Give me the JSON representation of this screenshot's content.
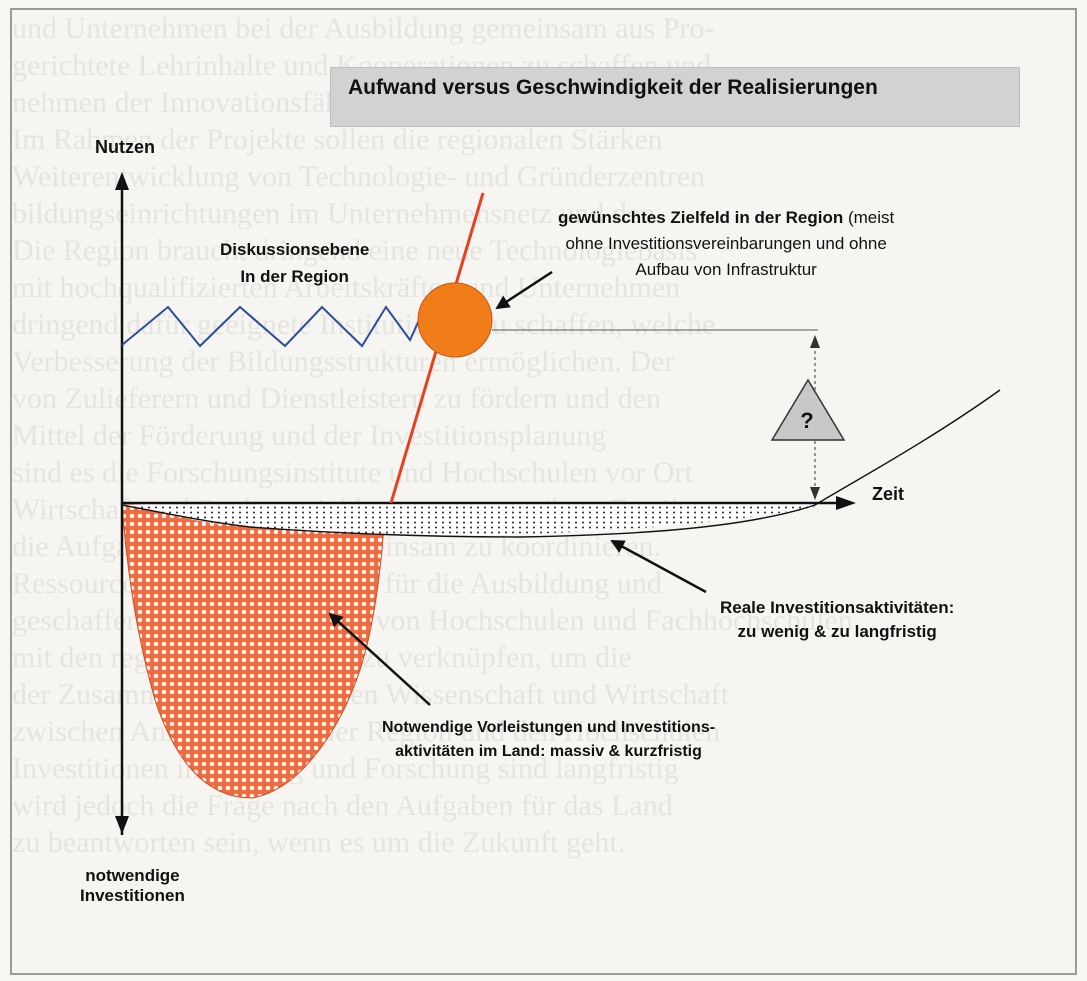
{
  "title": "Aufwand versus Geschwindigkeit der Realisierungen",
  "axes": {
    "y_top_label": "Nutzen",
    "y_bottom_label_line1": "notwendige",
    "y_bottom_label_line2": "Investitionen",
    "x_label": "Zeit"
  },
  "annotations": {
    "discussion_line1": "Diskussionsebene",
    "discussion_line2": "In der Region",
    "target_bold": "gewünschtes Zielfeld in der Region",
    "target_rest": " (meist",
    "target_line2": "ohne Investitionsvereinbarungen und ohne",
    "target_line3": "Aufbau von Infrastruktur",
    "question_mark": "?",
    "real_line1": "Reale Investitionsaktivitäten:",
    "real_line2": "zu wenig & zu langfristig",
    "needed_line1": "Notwendige Vorleistungen und Investitions-",
    "needed_line2": "aktivitäten im Land: massiv & kurzfristig"
  },
  "colors": {
    "target_circle": "#f07d1a",
    "red_line": "#e8401c",
    "blue_zigzag": "#2c4c9c",
    "investment_fill": "#e85530",
    "title_bar": "#d2d2d2",
    "triangle": "#c8c8c8"
  },
  "background_text": [
    "und Unternehmen bei der Ausbildung gemeinsam aus Pro-",
    "gerichtete Lehrinhalte und Kooperationen zu schaffen und",
    "nehmen der Innovationsfähigkeit der Region bestimmen.",
    "Im Rahmen der Projekte sollen die regionalen Stärken",
    "Weiterentwicklung von Technologie- und Gründerzentren",
    "bildungseinrichtungen im Unternehmensnetz und den",
    "Die Region braucht dringend eine neue Technologiebasis",
    "mit hochqualifizierten Arbeitskräften und Unternehmen",
    "dringend dafür geeignete Institutionen zu schaffen, welche",
    "Verbesserung der Bildungsstrukturen ermöglichen. Der",
    "von Zulieferern und Dienstleistern zu fördern und den",
    "Mittel der Förderung und der Investitionsplanung",
    "sind es die Forschungsinstitute und Hochschulen vor Ort",
    "Wirtschaft und Stadtentwicklung voranzutreiben. Es gilt",
    "die Aufgaben der Region gemeinsam zu koordinieren.",
    "Ressourcen und Kompetenzen für die Ausbildung und",
    "geschaffen werden. Die Rolle von Hochschulen und Fachhochschulen",
    "mit den regionalen Akteuren zu verknüpfen, um die",
    "der Zusammenarbeit zwischen Wissenschaft und Wirtschaft",
    "zwischen Anforderungen der Region und den Hochschulen",
    "Investitionen in Bildung und Forschung sind langfristig",
    "wird jedoch die Frage nach den Aufgaben für das Land",
    "zu beantworten sein, wenn es um die Zukunft geht."
  ]
}
